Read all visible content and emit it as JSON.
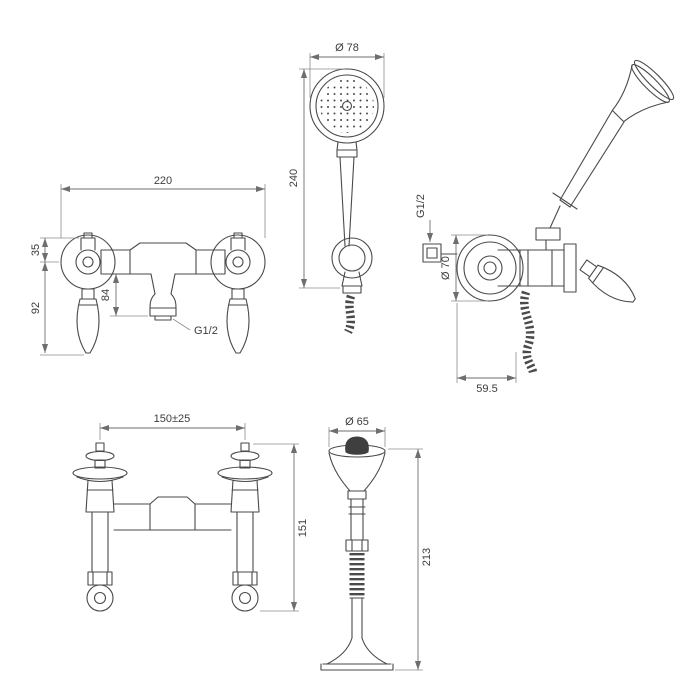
{
  "drawing": {
    "background": "#ffffff",
    "line_color": "#4a4a4a",
    "dim_color": "#3c3c3c"
  },
  "views": {
    "wall_mixer_front": {
      "dim_width": "220",
      "dim_top": "35",
      "dim_height": "92",
      "dim_spout": "84",
      "dim_thread": "G1/2"
    },
    "handshower_front": {
      "dim_diameter": "Ø 78",
      "dim_length": "240"
    },
    "wall_mixer_side": {
      "dim_thread": "G1/2",
      "dim_diameter": "Ø 70",
      "dim_depth": "59.5"
    },
    "deck_mixer_front": {
      "dim_centers": "150±25",
      "dim_height": "151"
    },
    "deck_shower_side": {
      "dim_diameter": "Ø 65",
      "dim_height": "213"
    }
  }
}
